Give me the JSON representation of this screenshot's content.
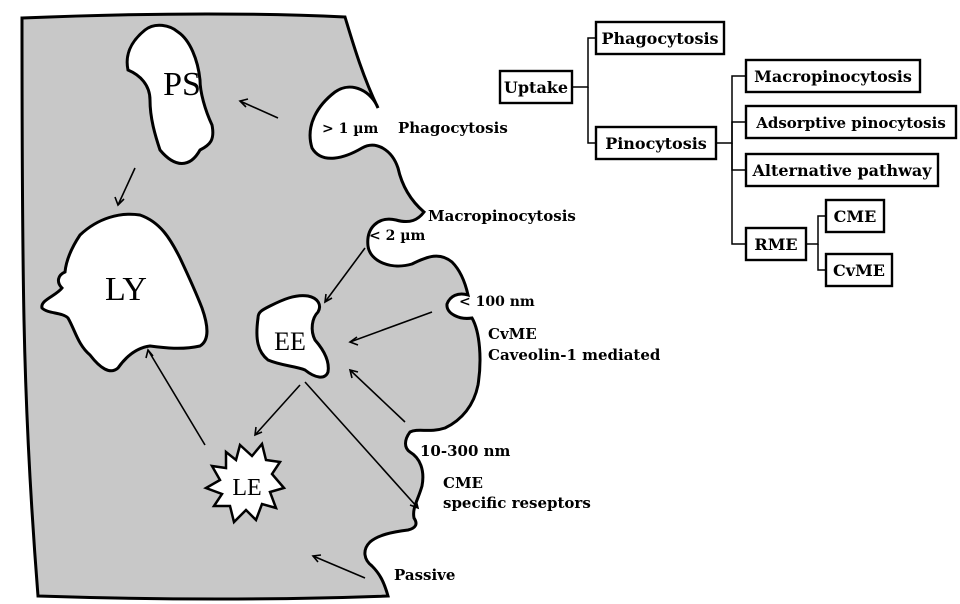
{
  "colors": {
    "cell_fill": "#c8c8c8",
    "outline": "#000000",
    "organelle_fill": "#ffffff",
    "background": "#ffffff"
  },
  "organelles": {
    "ps": "PS",
    "ly": "LY",
    "ee": "EE",
    "le": "LE"
  },
  "pit_labels": {
    "phago_size": "> 1 µm",
    "phago_name": "Phagocytosis",
    "macro_size": "< 2 µm",
    "macro_name": "Macropinocytosis",
    "cvme_size": "< 100 nm",
    "cvme_name": "CvME",
    "cvme_desc": "Caveolin-1 mediated",
    "cme_size": "10-300 nm",
    "cme_name": "CME",
    "cme_desc": "specific reseptors",
    "passive": "Passive"
  },
  "tree": {
    "uptake": "Uptake",
    "phagocytosis": "Phagocytosis",
    "pinocytosis": "Pinocytosis",
    "macropinocytosis": "Macropinocytosis",
    "adsorptive": "Adsorptive pinocytosis",
    "alternative": "Alternative pathway",
    "rme": "RME",
    "cme": "CME",
    "cvme": "CvME"
  }
}
